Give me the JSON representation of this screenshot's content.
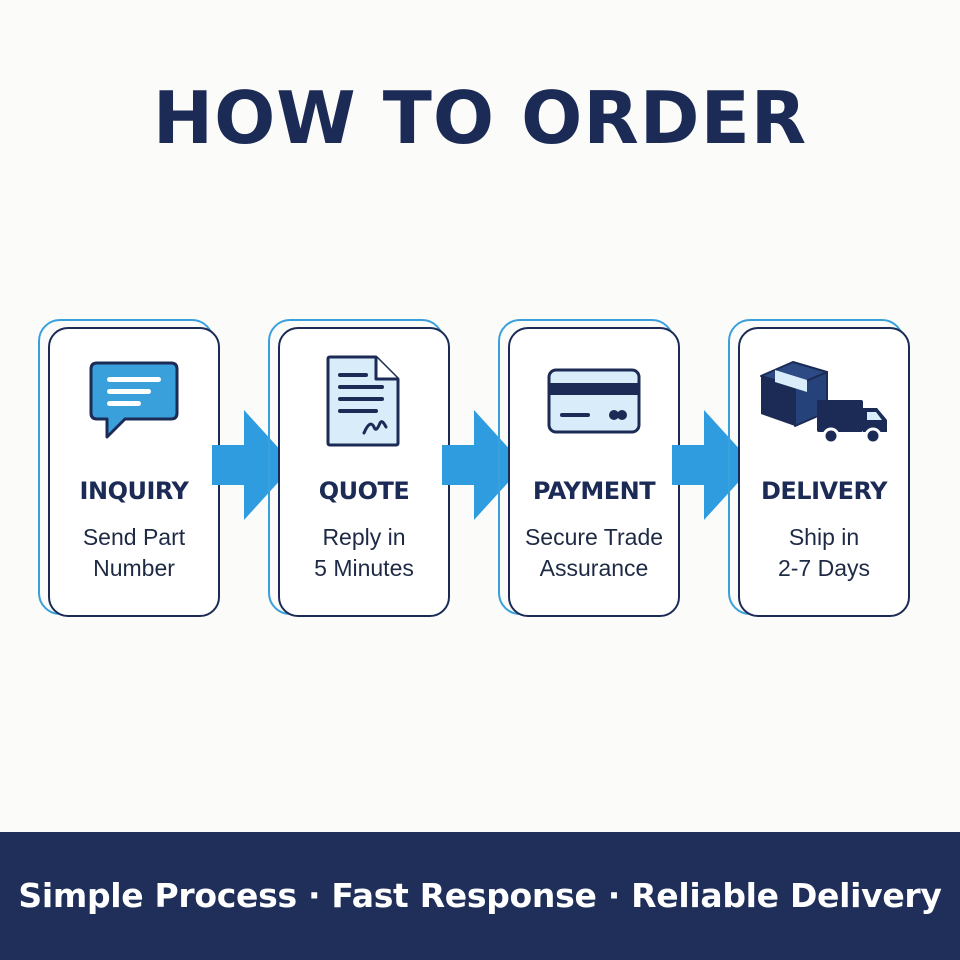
{
  "title": "HOW TO ORDER",
  "steps": [
    {
      "icon": "chat-bubble-icon",
      "title": "INQUIRY",
      "line1": "Send Part",
      "line2": "Number"
    },
    {
      "icon": "document-icon",
      "title": "QUOTE",
      "line1": "Reply in",
      "line2": "5 Minutes"
    },
    {
      "icon": "credit-card-icon",
      "title": "PAYMENT",
      "line1": "Secure Trade",
      "line2": "Assurance"
    },
    {
      "icon": "delivery-truck-icon",
      "title": "DELIVERY",
      "line1": "Ship in",
      "line2": "2-7 Days"
    }
  ],
  "footer": {
    "tagline": "Simple Process · Fast Response · Reliable Delivery"
  },
  "colors": {
    "navy": "#1b2b55",
    "accent_blue": "#3aa0dc",
    "footer_bg": "#1f2f5a"
  }
}
